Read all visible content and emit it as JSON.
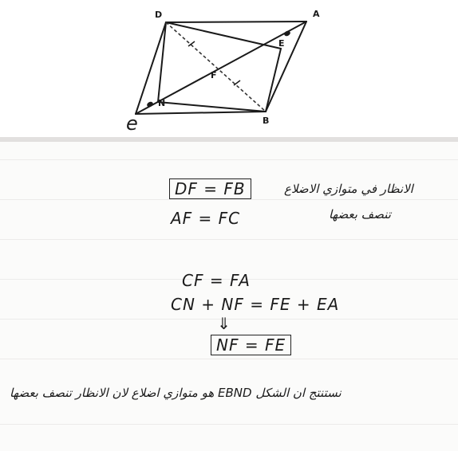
{
  "diagram": {
    "labels": {
      "D": "D",
      "A": "A",
      "E": "E",
      "F": "F",
      "N": "N",
      "B": "B",
      "C": "e"
    }
  },
  "notes": {
    "eq1": "DF = FB",
    "eq2": "AF = FC",
    "arabic1": "الانظار في متوازي الاضلاع",
    "arabic2": "تنصف بعضها",
    "eq3": "CF = FA",
    "eq4": "CN + NF = FE + EA",
    "arrow": "⇓",
    "eq5": "NF = FE",
    "conclusion": "نستنتج ان الشكل EBND هو متوازي اضلاع لان الانظار تنصف بعضها"
  }
}
